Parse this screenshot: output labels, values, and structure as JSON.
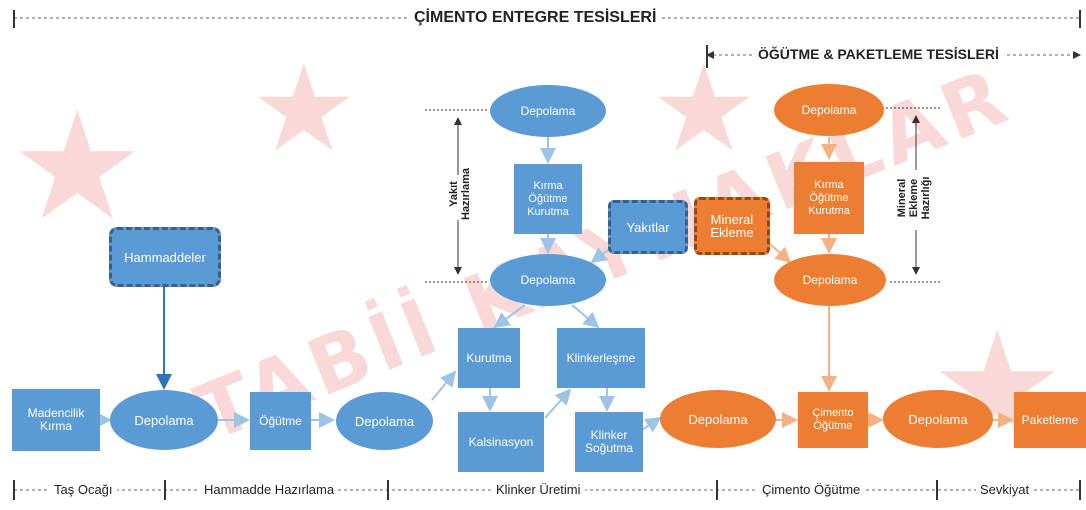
{
  "titles": {
    "integrated": "ÇİMENTO ENTEGRE TESİSLERİ",
    "grinding": "ÖĞÜTME & PAKETLEME TESİSLERİ"
  },
  "watermark": {
    "text": "TABİİ KAYNAKLAR",
    "color": "#dc2828"
  },
  "nodes": {
    "madencilik": "Madencilik\nKırma",
    "depolama1": "Depolama",
    "hammaddeler": "Hammaddeler",
    "ogutme1": "Öğütme",
    "depolama2": "Depolama",
    "depolama_top_blue": "Depolama",
    "kirma_blue": "Kırma\nÖğütme\nKurutma",
    "yakitlar": "Yakıtlar",
    "depolama_mid_blue": "Depolama",
    "kurutma": "Kurutma",
    "klinkerlesme": "Klinkerleşme",
    "kalsinasyon": "Kalsinasyon",
    "klinker_sogutma": "Klinker\nSoğutma",
    "mineral_ekleme": "Mineral\nEkleme",
    "depolama_top_orange": "Depolama",
    "kirma_orange": "Kırma\nÖğütme\nKurutma",
    "depolama_mid_orange": "Depolama",
    "depolama_bottom_orange1": "Depolama",
    "cimento_ogutme": "Çimento\nÖğütme",
    "depolama_bottom_orange2": "Depolama",
    "paketleme": "Paketleme"
  },
  "side_labels": {
    "yakit": "Yakıt\nHazırlama",
    "mineral": "Mineral\nEkleme\nHazırlığı"
  },
  "stages": [
    "Taş Ocağı",
    "Hammadde Hazırlama",
    "Klinker Üretimi",
    "Çimento Öğütme",
    "Sevkiyat"
  ],
  "colors": {
    "blue": "#5b9bd5",
    "orange": "#ed7d31",
    "arrow": "#9dc3e6",
    "arrow_orange": "#f4b183"
  }
}
